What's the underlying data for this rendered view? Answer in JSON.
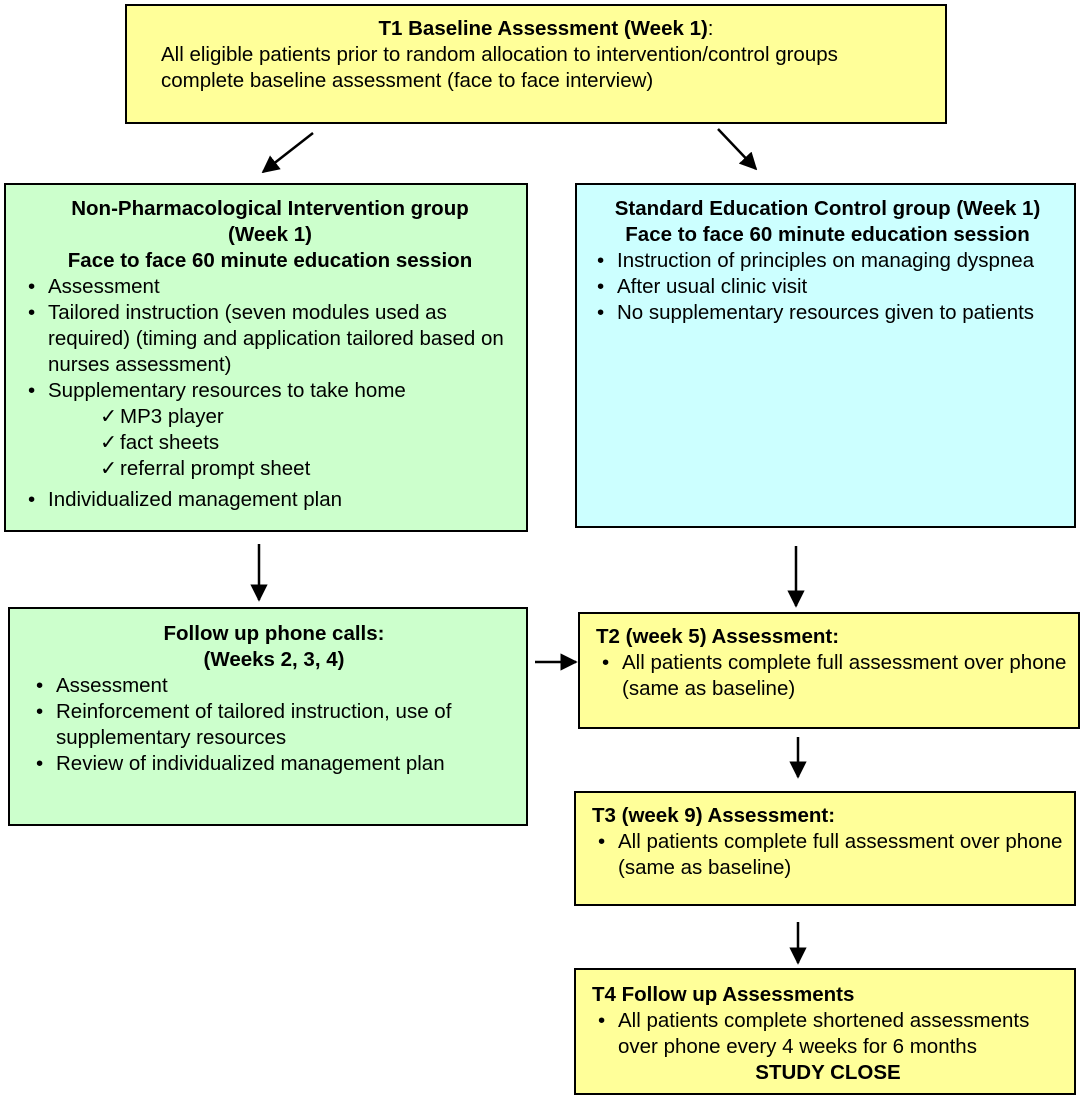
{
  "t1": {
    "title": "T1 Baseline Assessment (Week 1)",
    "colon": ":",
    "line1": "All eligible patients prior to random allocation to intervention/control groups",
    "line2": "complete baseline assessment (face to face interview)"
  },
  "intervention": {
    "title1": "Non-Pharmacological Intervention group",
    "title2": "(Week 1)",
    "title3": "Face to face 60 minute education session",
    "bullets": {
      "b1": "Assessment",
      "b2": "Tailored instruction (seven modules used as required) (timing and application tailored based on nurses assessment)",
      "b3": "Supplementary resources to take home",
      "b4": "Individualized management plan"
    },
    "resources": [
      "MP3 player",
      "fact sheets",
      "referral prompt sheet"
    ]
  },
  "control": {
    "title1": "Standard Education Control group (Week 1)",
    "title2": "Face to face 60 minute education session",
    "bullets": [
      "Instruction of principles on managing dyspnea",
      "After usual clinic visit",
      "No supplementary resources given to patients"
    ]
  },
  "followup": {
    "title1": "Follow up phone calls:",
    "title2": "(Weeks 2, 3, 4)",
    "bullets": [
      "Assessment",
      "Reinforcement of tailored instruction, use of supplementary resources",
      "Review of individualized management plan"
    ]
  },
  "t2": {
    "title": "T2 (week 5) Assessment:",
    "bullets": [
      "All patients complete full assessment over phone (same as baseline)"
    ]
  },
  "t3": {
    "title": "T3 (week 9) Assessment:",
    "bullets": [
      "All patients complete full assessment over phone (same as baseline)"
    ]
  },
  "t4": {
    "title": "T4 Follow up Assessments",
    "bullets": [
      "All patients complete shortened assessments over phone every 4 weeks for 6 months"
    ],
    "close": "STUDY CLOSE"
  },
  "colors": {
    "yellow": "#ffff99",
    "green": "#ccffcc",
    "cyan": "#ccffff",
    "border": "#000000"
  }
}
